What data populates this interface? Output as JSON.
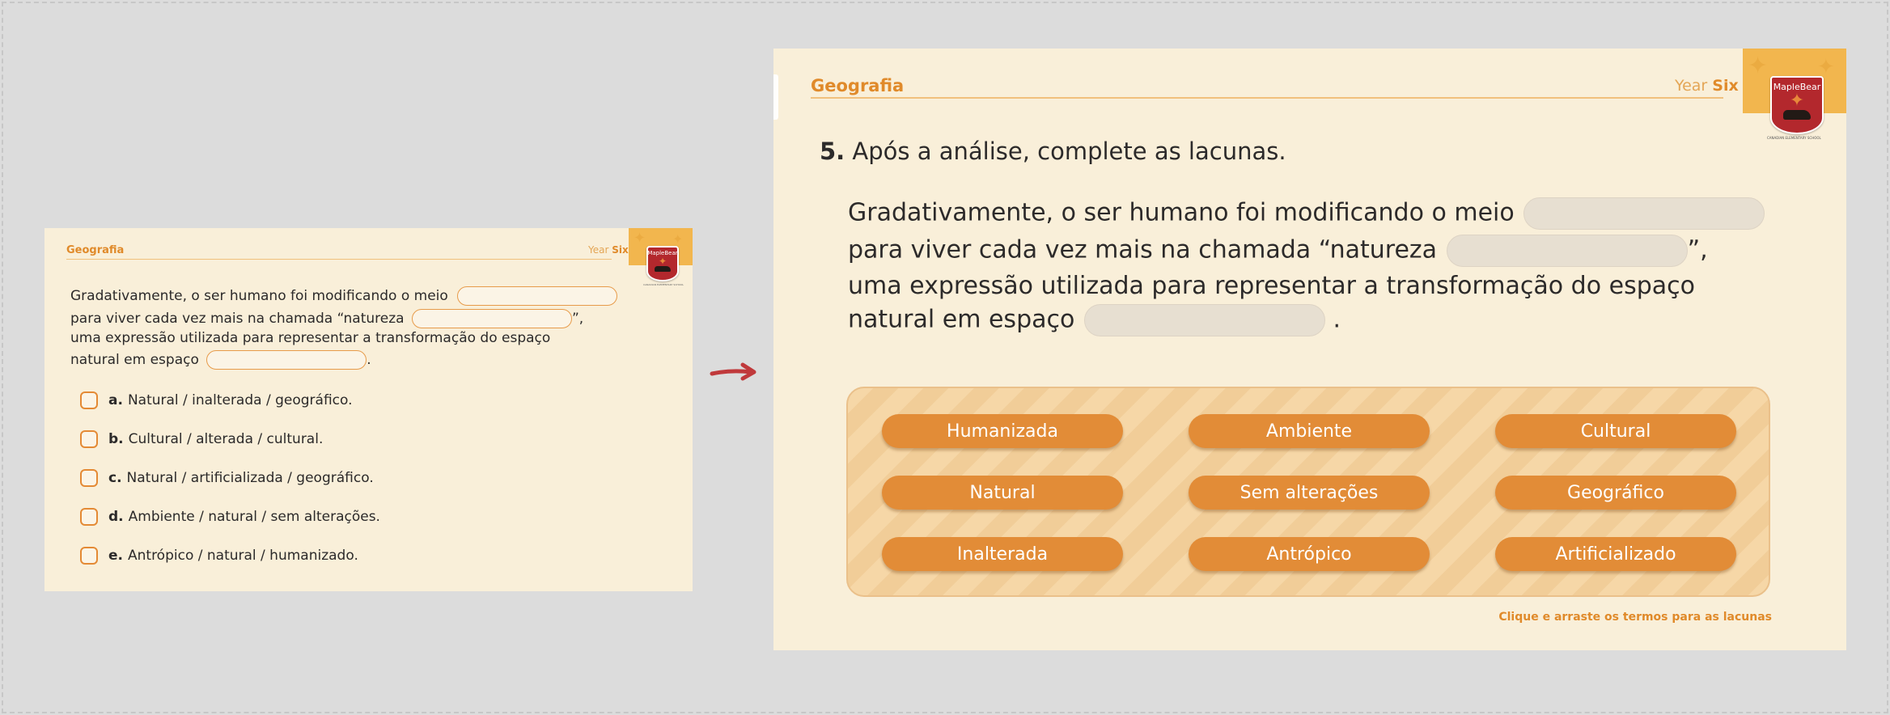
{
  "colors": {
    "background": "#dcdcdc",
    "slide": "#f9efd9",
    "accent_orange": "#e28c37",
    "shield_red": "#b3282d",
    "arrow_red": "#c0393b"
  },
  "header": {
    "subject": "Geografia",
    "year_prefix": "Year ",
    "year_value": "Six",
    "logo_text": "MapleBear",
    "logo_subtext": "CANADIAN ELEMENTARY SCHOOL"
  },
  "small_slide": {
    "sentence": {
      "line1": "Gradativamente, o ser humano foi modificando o meio",
      "line2": "para viver cada vez mais na chamada “natureza",
      "line2_end": "”,",
      "line3": "uma expressão utilizada para representar a transformação do espaço",
      "line4": "natural em espaço",
      "line4_end": "."
    },
    "options": [
      {
        "letter": "a.",
        "text": "Natural / inalterada / geográfico."
      },
      {
        "letter": "b.",
        "text": "Cultural / alterada / cultural."
      },
      {
        "letter": "c.",
        "text": "Natural / artificializada / geográfico."
      },
      {
        "letter": "d.",
        "text": "Ambiente / natural / sem alterações."
      },
      {
        "letter": "e.",
        "text": "Antrópico / natural / humanizado."
      }
    ]
  },
  "arrow_icon": "right-arrow-icon",
  "large_slide": {
    "question_number": "5.",
    "question_text": "Após a análise, complete as lacunas.",
    "sentence": {
      "line1": "Gradativamente, o ser humano foi modificando o meio",
      "line2": "para viver cada vez mais na chamada “natureza",
      "line2_end": "”,",
      "line3": "uma expressão utilizada para representar a transformação do espaço",
      "line4": "natural em espaço",
      "line4_end": "."
    },
    "words": [
      "Humanizada",
      "Ambiente",
      "Cultural",
      "Natural",
      "Sem alterações",
      "Geográfico",
      "Inalterada",
      "Antrópico",
      "Artificializado"
    ],
    "instruction": "Clique e arraste os termos para as lacunas"
  }
}
